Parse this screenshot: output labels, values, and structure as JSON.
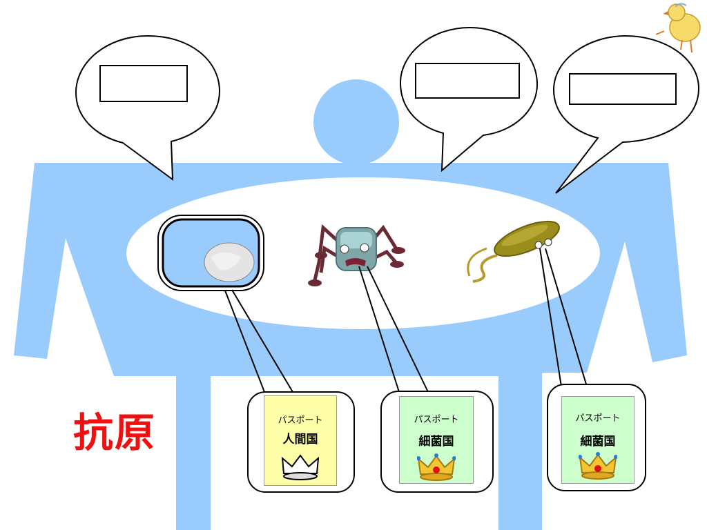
{
  "title": "抗原",
  "colors": {
    "figure": "#99ccfc",
    "title": "#ee1111",
    "human_passport": "#ffffaa",
    "bacteria_passport": "#ccffcc"
  },
  "passports": [
    {
      "label": "パスポート",
      "country": "人間国",
      "crown": "plain-crown-icon"
    },
    {
      "label": "パスポート",
      "country": "細菌国",
      "crown": "jeweled-crown-icon"
    },
    {
      "label": "パスポート",
      "country": "細菌国",
      "crown": "jeweled-crown-icon"
    }
  ],
  "speech_bubbles": [
    "",
    "",
    ""
  ],
  "icons": [
    "person-silhouette",
    "cell-icon",
    "virus-icon",
    "bacterium-icon",
    "chick-icon"
  ]
}
